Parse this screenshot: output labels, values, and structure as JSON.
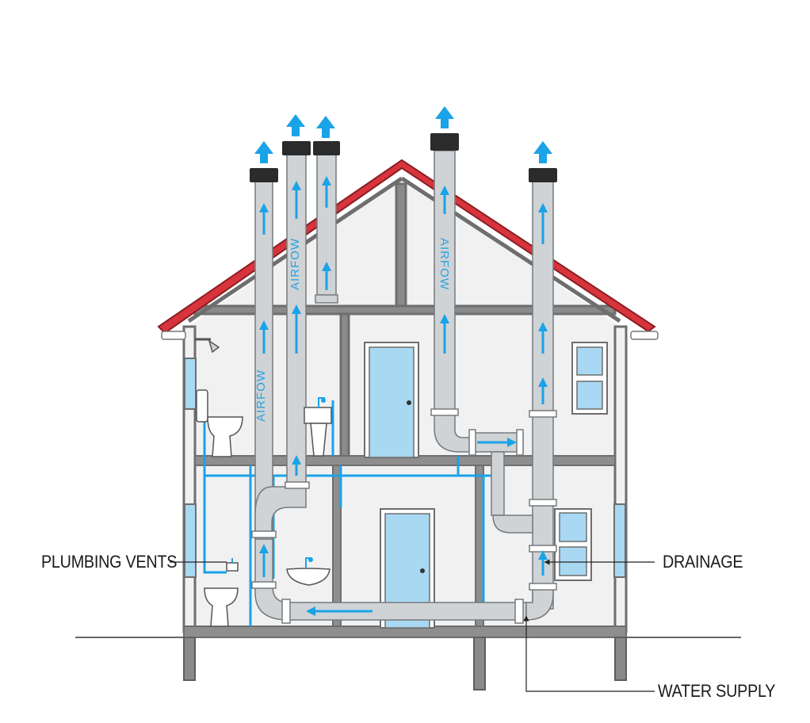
{
  "labels": {
    "plumbing_vents": "PLUMBING VENTS",
    "drainage": "DRAINAGE",
    "water_supply": "WATER SUPPLY"
  },
  "pipe_text": {
    "airflow_a": "AIRFOW",
    "airflow_b": "AIRFOW",
    "airflow_c": "AIRFOW"
  },
  "colors": {
    "roof": "#d8343d",
    "wall": "#6e6e6e",
    "pipe": "#cfd3d6",
    "pipe_outline": "#777a7c",
    "cap": "#2b2b2b",
    "airflow": "#1aa3e8",
    "water_line": "#1aa3e8",
    "glass": "#a9d8f2",
    "interior": "#f1f1f2"
  },
  "icons": [
    "up-arrow-icon",
    "toilet-icon",
    "sink-icon",
    "shower-head-icon",
    "door-icon",
    "window-icon"
  ]
}
